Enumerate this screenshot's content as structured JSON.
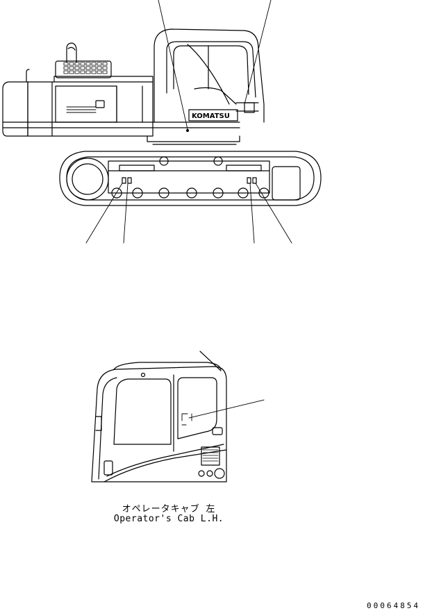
{
  "caption": {
    "japanese": "オペレータキャブ 左",
    "english": "Operator's Cab L.H."
  },
  "brand_logo": "KOMATSU",
  "doc_number": "00064854",
  "colors": {
    "line": "#000000",
    "background": "#ffffff"
  }
}
